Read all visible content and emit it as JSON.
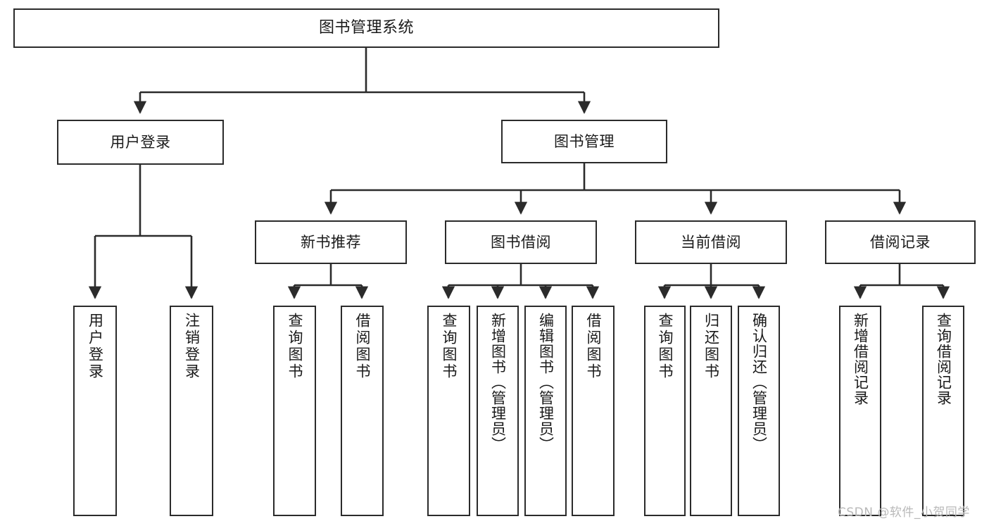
{
  "diagram": {
    "title": "图书管理系统",
    "type": "tree-hierarchy-chart",
    "watermark": "CSDN @软件_小贺同学",
    "colors": {
      "stroke": "#2b2b2b",
      "fill": "#ffffff",
      "text": "#1a1a1a",
      "watermark": "#b9b9b9"
    },
    "nodes": {
      "root": {
        "label": "图书管理系统"
      },
      "level2": [
        {
          "id": "user-login",
          "label": "用户登录"
        },
        {
          "id": "book-manage",
          "label": "图书管理"
        }
      ],
      "level3": [
        {
          "id": "new-book-recommend",
          "label": "新书推荐"
        },
        {
          "id": "book-borrow",
          "label": "图书借阅"
        },
        {
          "id": "current-borrow",
          "label": "当前借阅"
        },
        {
          "id": "borrow-record",
          "label": "借阅记录"
        }
      ],
      "leaves": {
        "user-login": [
          {
            "id": "leaf-user-login",
            "label": "用户登录"
          },
          {
            "id": "leaf-user-logout",
            "label": "注销登录"
          }
        ],
        "new-book-recommend": [
          {
            "id": "leaf-query-book-1",
            "label": "查询图书"
          },
          {
            "id": "leaf-borrow-book-1",
            "label": "借阅图书"
          }
        ],
        "book-borrow": [
          {
            "id": "leaf-query-book-2",
            "label": "查询图书"
          },
          {
            "id": "leaf-add-book",
            "label": "新增图书（管理员）"
          },
          {
            "id": "leaf-edit-book",
            "label": "编辑图书（管理员）"
          },
          {
            "id": "leaf-borrow-book-2",
            "label": "借阅图书"
          }
        ],
        "current-borrow": [
          {
            "id": "leaf-query-book-3",
            "label": "查询图书"
          },
          {
            "id": "leaf-return-book",
            "label": "归还图书"
          },
          {
            "id": "leaf-confirm-return",
            "label": "确认归还（管理员）"
          }
        ],
        "borrow-record": [
          {
            "id": "leaf-add-record",
            "label": "新增借阅记录"
          },
          {
            "id": "leaf-query-record",
            "label": "查询借阅记录"
          }
        ]
      }
    }
  }
}
